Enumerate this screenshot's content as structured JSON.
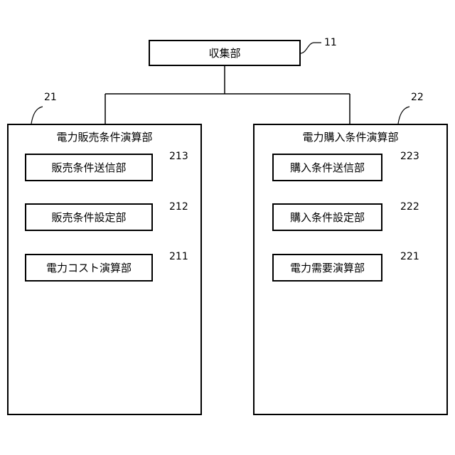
{
  "collector": {
    "label": "収集部",
    "ref": "11"
  },
  "sell_unit": {
    "title": "電力販売条件演算部",
    "ref": "21",
    "items": [
      {
        "label": "販売条件送信部",
        "ref": "213"
      },
      {
        "label": "販売条件設定部",
        "ref": "212"
      },
      {
        "label": "電力コスト演算部",
        "ref": "211"
      }
    ],
    "icon": "wind-turbine-solar-panel-icon"
  },
  "buy_unit": {
    "title": "電力購入条件演算部",
    "ref": "22",
    "items": [
      {
        "label": "購入条件送信部",
        "ref": "223"
      },
      {
        "label": "購入条件設定部",
        "ref": "222"
      },
      {
        "label": "電力需要演算部",
        "ref": "221"
      }
    ],
    "icon": "office-building-icon"
  }
}
